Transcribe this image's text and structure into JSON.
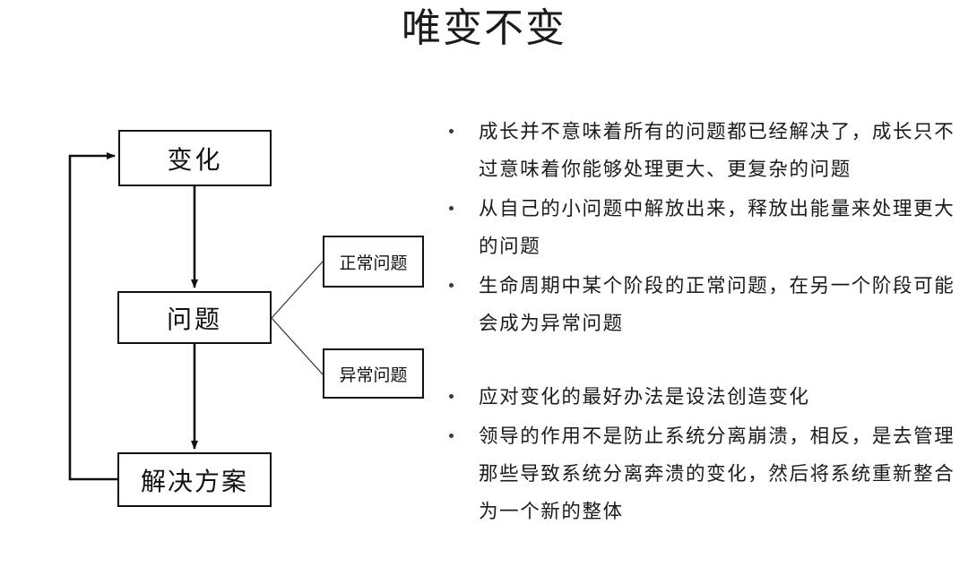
{
  "slide": {
    "title": "唯变不变",
    "background_color": "#ffffff",
    "text_color": "#111111"
  },
  "diagram": {
    "nodes": [
      {
        "id": "change",
        "label": "变化"
      },
      {
        "id": "problem",
        "label": "问题"
      },
      {
        "id": "solution",
        "label": "解决方案"
      },
      {
        "id": "normal-problem",
        "label": "正常问题"
      },
      {
        "id": "abnormal-problem",
        "label": "异常问题"
      }
    ],
    "connectors": [
      {
        "from": "change",
        "to": "problem",
        "style": "arrow"
      },
      {
        "from": "problem",
        "to": "solution",
        "style": "arrow"
      },
      {
        "from": "solution",
        "to": "change",
        "style": "feedback-arrow"
      },
      {
        "from": "problem",
        "to": "normal-problem",
        "style": "thin-line"
      },
      {
        "from": "problem",
        "to": "abnormal-problem",
        "style": "thin-line"
      }
    ],
    "stroke_color": "#111111"
  },
  "bullets": [
    {
      "text": "成长并不意味着所有的问题都已经解决了，成长只不过意味着你能够处理更大、更复杂的问题",
      "gap_before": false
    },
    {
      "text": "从自己的小问题中解放出来，释放出能量来处理更大的问题",
      "gap_before": false
    },
    {
      "text": "生命周期中某个阶段的正常问题，在另一个阶段可能会成为异常问题",
      "gap_before": false
    },
    {
      "text": "应对变化的最好办法是设法创造变化",
      "gap_before": true
    },
    {
      "text": "领导的作用不是防止系统分离崩溃，相反，是去管理那些导致系统分离奔溃的变化，然后将系统重新整合为一个新的整体",
      "gap_before": false
    }
  ]
}
